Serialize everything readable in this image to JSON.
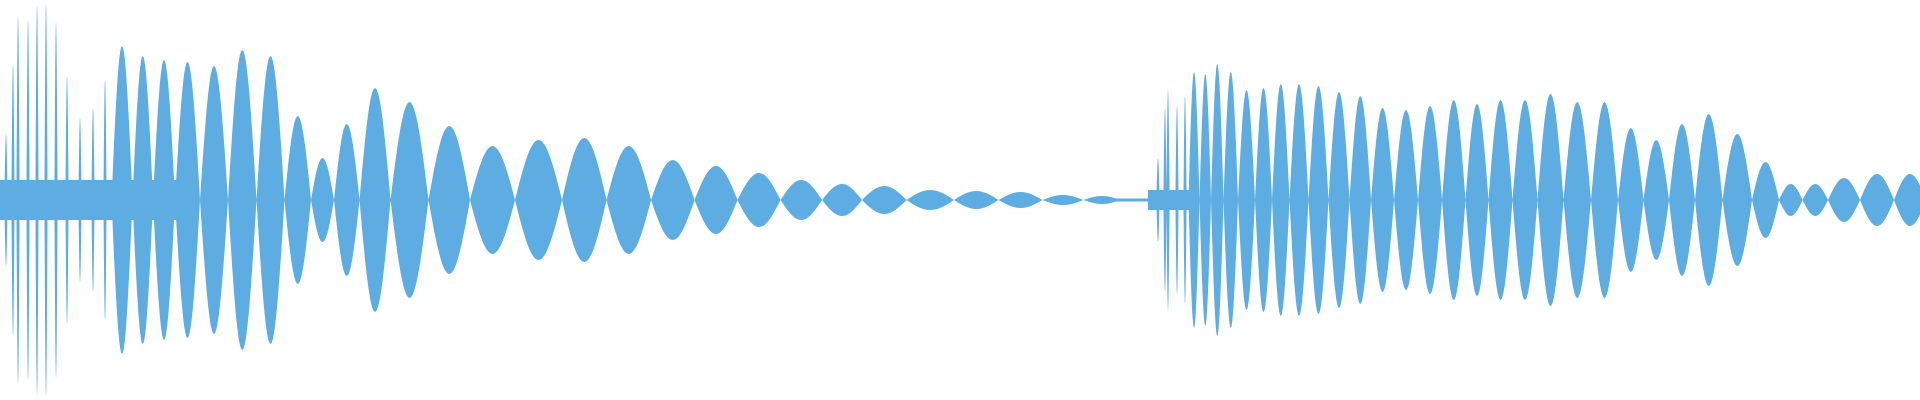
{
  "chart_data": {
    "type": "area",
    "description_kind": "audio-waveform",
    "color": "#5dade2",
    "background": "#ffffff",
    "axes_visible": false,
    "grid": false,
    "legend": "none",
    "y_range": [
      -1,
      1
    ],
    "segments": [
      {
        "spike_peaks": [
          0.33,
          0.68,
          0.92,
          0.9,
          0.97,
          0.98,
          0.89,
          0.62,
          0.41,
          0.46,
          0.6
        ],
        "base_level": 0.1,
        "lobe_peaks": [
          0.77,
          0.72,
          0.7,
          0.69,
          0.67,
          0.75,
          0.72,
          0.42,
          0.21,
          0.38,
          0.56,
          0.49,
          0.37,
          0.27,
          0.3,
          0.31,
          0.27,
          0.2,
          0.17,
          0.135,
          0.1,
          0.08,
          0.07,
          0.05,
          0.045,
          0.04,
          0.025,
          0.02
        ]
      },
      {
        "spike_peaks": [
          0.21,
          0.46,
          0.55,
          0.47,
          0.52
        ],
        "base_level": 0.05,
        "lobe_peaks": [
          0.64,
          0.63,
          0.68,
          0.64,
          0.55,
          0.56,
          0.58,
          0.58,
          0.57,
          0.54,
          0.52,
          0.46,
          0.45,
          0.47,
          0.5,
          0.48,
          0.5,
          0.5,
          0.53,
          0.49,
          0.49,
          0.36,
          0.3,
          0.38,
          0.43,
          0.33,
          0.19,
          0.08,
          0.08,
          0.11,
          0.13,
          0.13
        ]
      }
    ]
  }
}
